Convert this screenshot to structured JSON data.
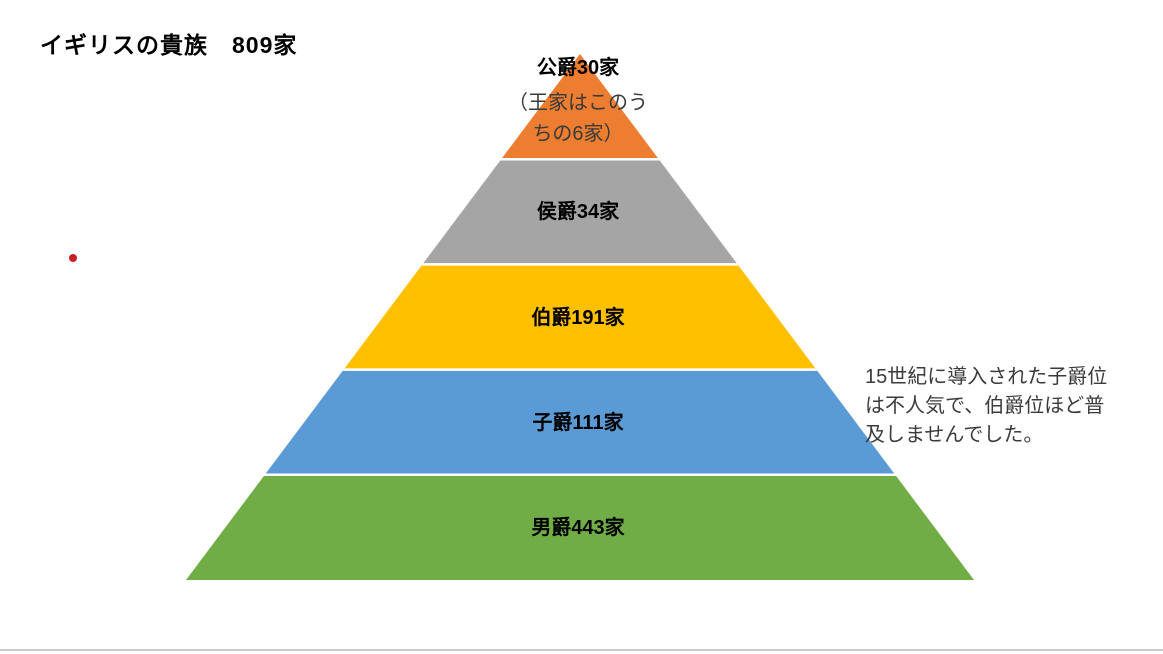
{
  "page": {
    "title": "イギリスの貴族　809家"
  },
  "chart_data": {
    "type": "pyramid",
    "title": "イギリスの貴族 809家",
    "total": {
      "label": "809家",
      "value": 809
    },
    "categories": [
      "公爵",
      "侯爵",
      "伯爵",
      "子爵",
      "男爵"
    ],
    "values": [
      30,
      34,
      191,
      111,
      443
    ],
    "layers": [
      {
        "rank": "公爵",
        "count": 30,
        "label": "公爵30家",
        "sublabel": "（王家はこのうちの6家）",
        "color": "#ED7D31"
      },
      {
        "rank": "侯爵",
        "count": 34,
        "label": "侯爵34家",
        "sublabel": "",
        "color": "#A5A5A5"
      },
      {
        "rank": "伯爵",
        "count": 191,
        "label": "伯爵191家",
        "sublabel": "",
        "color": "#FFC000"
      },
      {
        "rank": "子爵",
        "count": 111,
        "label": "子爵111家",
        "sublabel": "",
        "color": "#5B9BD5"
      },
      {
        "rank": "男爵",
        "count": 443,
        "label": "男爵443家",
        "sublabel": "",
        "color": "#70AD47"
      }
    ],
    "legend_position": "none",
    "grid": false
  },
  "annotation": {
    "text": "15世紀に導入された子爵位は不人気で、伯爵位ほど普及しませんでした。"
  },
  "decorations": {
    "bullet_color": "#C82121",
    "divider_color": "#C9C9C9",
    "separator_color": "#FFFFFF"
  }
}
